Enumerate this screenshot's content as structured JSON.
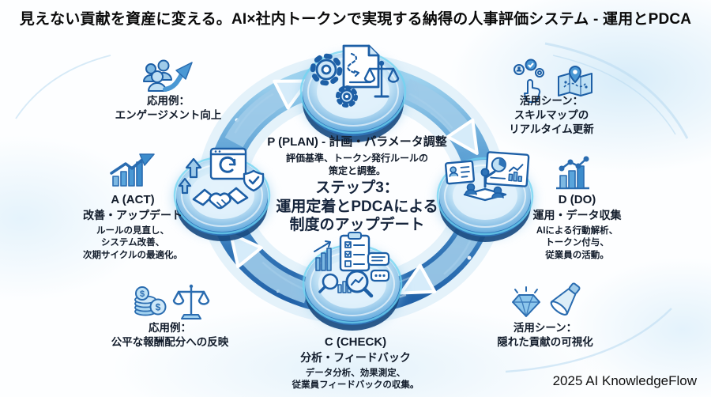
{
  "title": "見えない貢献を資産に変える。AI×社内トークンで実現する納得の人事評価システム - 運用とPDCA",
  "footer": "2025 AI KnowledgeFlow",
  "center_step": {
    "line1": "ステップ3：",
    "line2": "運用定着とPDCAによる",
    "line3": "制度のアップデート"
  },
  "phases": {
    "plan": {
      "heading": "P (PLAN) - 計画・パラメータ調整",
      "desc_line1": "評価基準、トークン発行ルールの",
      "desc_line2": "策定と調整。"
    },
    "do": {
      "heading": "D (DO)",
      "subheading": "運用・データ収集",
      "desc_line1": "AIによる行動解析、",
      "desc_line2": "トークン付与、",
      "desc_line3": "従業員の活動。"
    },
    "check": {
      "heading": "C (CHECK)",
      "subheading": "分析・フィードバック",
      "desc_line1": "データ分析、効果測定、",
      "desc_line2": "従業員フィードバックの収集。"
    },
    "act": {
      "heading": "A (ACT)",
      "subheading": "改善・アップデート",
      "desc_line1": "ルールの見直し、",
      "desc_line2": "システム改善、",
      "desc_line3": "次期サイクルの最適化。"
    }
  },
  "callouts": {
    "top_left": {
      "label": "応用例：",
      "text": "エンゲージメント向上"
    },
    "top_right": {
      "label": "活用シーン：",
      "line1": "スキルマップの",
      "line2": "リアルタイム更新"
    },
    "bottom_left": {
      "label": "応用例：",
      "text": "公平な報酬配分への反映"
    },
    "bottom_right": {
      "label": "活用シーン：",
      "text": "隠れた貢献の可視化"
    }
  },
  "icons": {
    "plan_node": "gears-document-scale",
    "do_node": "team-meeting-dashboards",
    "check_node": "clipboard-magnifier-feedback",
    "act_node": "handshake-refresh-shield",
    "engagement": "people-growth-arrow",
    "skill_map": "tap-hand-and-map-pin",
    "act_side": "bar-chart-rising-arrow",
    "do_side": "bar-chart-trend-dots",
    "reward": "coins-and-balance-scale",
    "visibility": "diamond-and-flashlight",
    "cycle": "clockwise-arrow-ring"
  },
  "colors": {
    "ring_light": "#9ed2ee",
    "ring_mid": "#4b93cd",
    "ring_dark": "#2262a8",
    "node_rim": "#2f74b8",
    "node_face": "#d9eefb",
    "icon_stroke": "#1d5fa6",
    "icon_fill": "#8cc3e8",
    "text": "#121c2b",
    "title": "#0a0a0a"
  }
}
